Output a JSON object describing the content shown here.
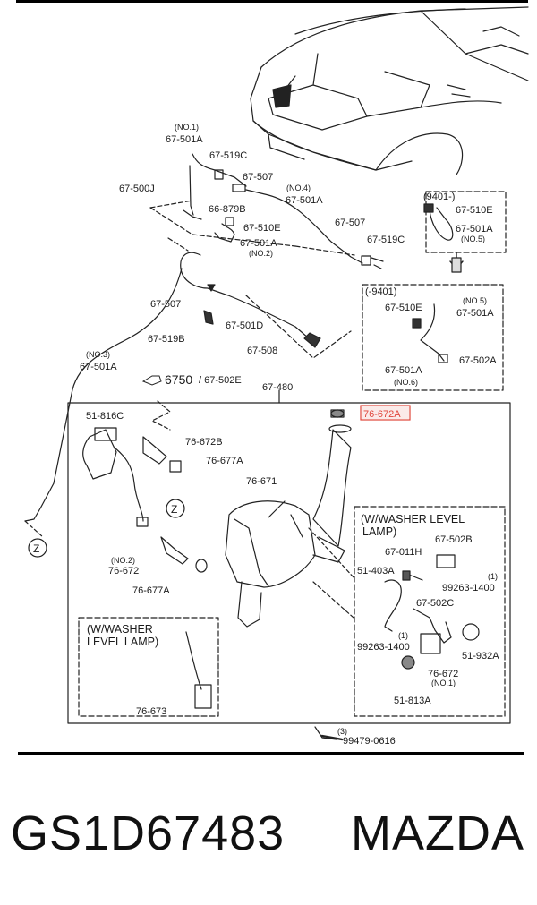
{
  "labels": {
    "no1": "(NO.1)",
    "p67_501A_a": "67-501A",
    "p67_519C_a": "67-519C",
    "p67_500J": "67-500J",
    "p67_507_a": "67-507",
    "no4": "(NO.4)",
    "p67_501A_b": "67-501A",
    "p67_507_b": "67-507",
    "p67_519C_b": "67-519C",
    "p66_879B": "66-879B",
    "p67_510E_a": "67-510E",
    "p67_501A_c": "67-501A",
    "no2_a": "(NO.2)",
    "g9401": "(9401-)",
    "p67_510E_b": "67-510E",
    "p67_501A_d": "67-501A",
    "no5_a": "(NO.5)",
    "g_9401": "(-9401)",
    "no5_b": "(NO.5)",
    "p67_510E_c": "67-510E",
    "p67_501A_e": "67-501A",
    "p67_501A_f": "67-501A",
    "p67_502A": "67-502A",
    "no6": "(NO.6)",
    "p67_507_c": "67-507",
    "p67_519B": "67-519B",
    "p67_501D": "67-501D",
    "p67_508": "67-508",
    "no3": "(NO.3)",
    "p67_501A_g": "67-501A",
    "ref6750": "6750",
    "slash502E": "/ 67-502E",
    "p67_480": "67-480",
    "p76_672A": "76-672A",
    "p51_816C": "51-816C",
    "p76_672B": "76-672B",
    "p76_677A_a": "76-677A",
    "p76_671": "76-671",
    "no2_b": "(NO.2)",
    "p76_672_a": "76-672",
    "p76_677A_b": "76-677A",
    "washer_level_1": "(W/WASHER  LEVEL",
    "washer_level_1b": "LAMP)",
    "p67_502B": "67-502B",
    "p67_011H": "67-011H",
    "p51_403A": "51-403A",
    "one_a": "(1)",
    "p99263_1400_a": "99263-1400",
    "p67_502C": "67-502C",
    "one_b": "(1)",
    "p99263_1400_b": "99263-1400",
    "p51_932A": "51-932A",
    "p76_672_b": "76-672",
    "no1_b": "(NO.1)",
    "p51_813A": "51-813A",
    "washer_level_2": "(W/WASHER",
    "washer_level_2b": "LEVEL LAMP)",
    "p76_673": "76-673",
    "three": "(3)",
    "p99479_0616": "99479-0616",
    "z1": "Z",
    "z2": "Z"
  },
  "highlight_color": "#e0453a",
  "part_number": "GS1D67483",
  "brand": "MAZDA"
}
